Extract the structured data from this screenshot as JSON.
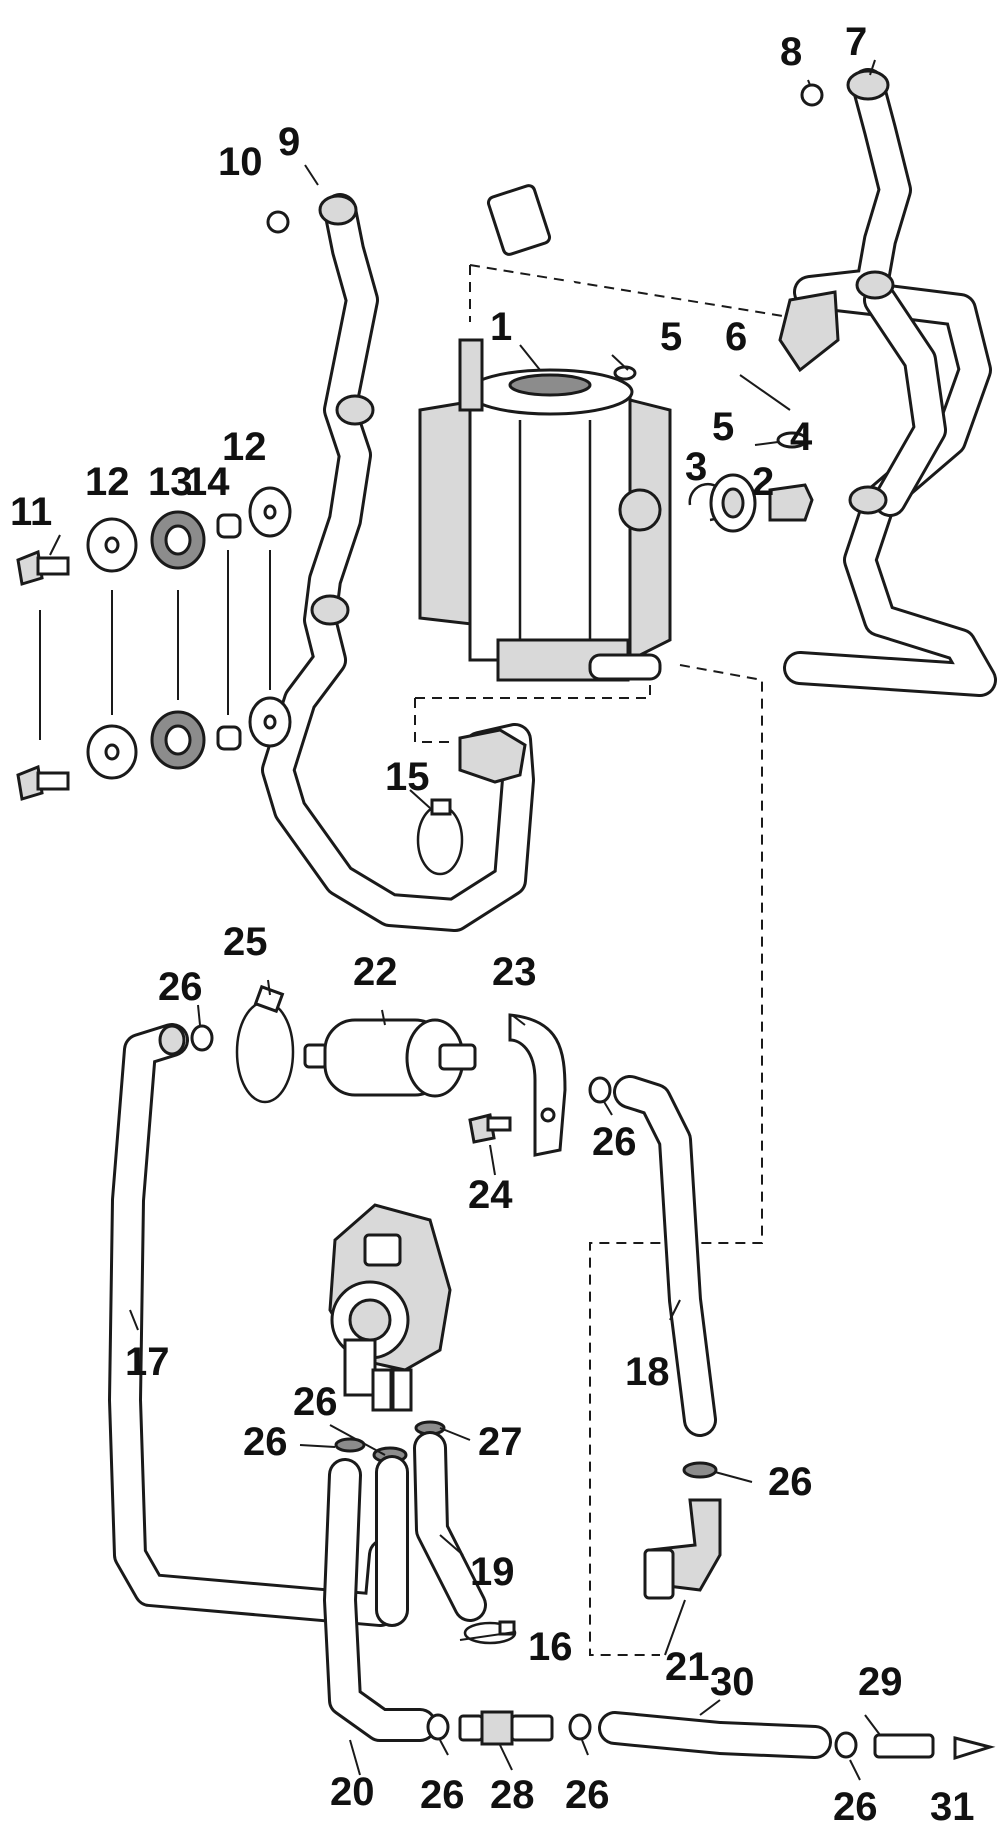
{
  "diagram": {
    "labels": {
      "p1": "1",
      "p2": "2",
      "p3": "3",
      "p4": "4",
      "p5a": "5",
      "p5b": "5",
      "p6": "6",
      "p7": "7",
      "p8": "8",
      "p9": "9",
      "p10": "10",
      "p11": "11",
      "p12a": "12",
      "p12b": "12",
      "p13": "13",
      "p14": "14",
      "p15": "15",
      "p16": "16",
      "p17": "17",
      "p18": "18",
      "p19": "19",
      "p20": "20",
      "p21": "21",
      "p22": "22",
      "p23": "23",
      "p24": "24",
      "p25": "25",
      "p26a": "26",
      "p26b": "26",
      "p26c": "26",
      "p26d": "26",
      "p26e": "26",
      "p26f": "26",
      "p26g": "26",
      "p26h": "26",
      "p27": "27",
      "p28": "28",
      "p29": "29",
      "p30": "30",
      "p31": "31"
    }
  }
}
